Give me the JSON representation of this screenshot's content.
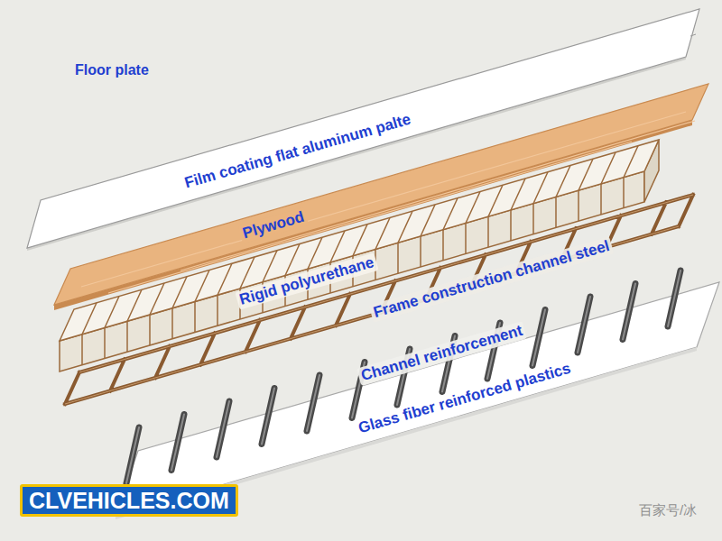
{
  "diagram": {
    "nodes": [
      {
        "text": [
          "CLVEHICLES.COM"
        ]
      }
    ],
    "labels": [
      "Floor plate",
      "Film coating flat aluminum palte",
      "Plywood",
      "Rigid polyurethane",
      "Frame construction channel steel",
      "Channel reinforcement",
      "Glass fiber reinforced plastics",
      "百家号/冰"
    ]
  }
}
